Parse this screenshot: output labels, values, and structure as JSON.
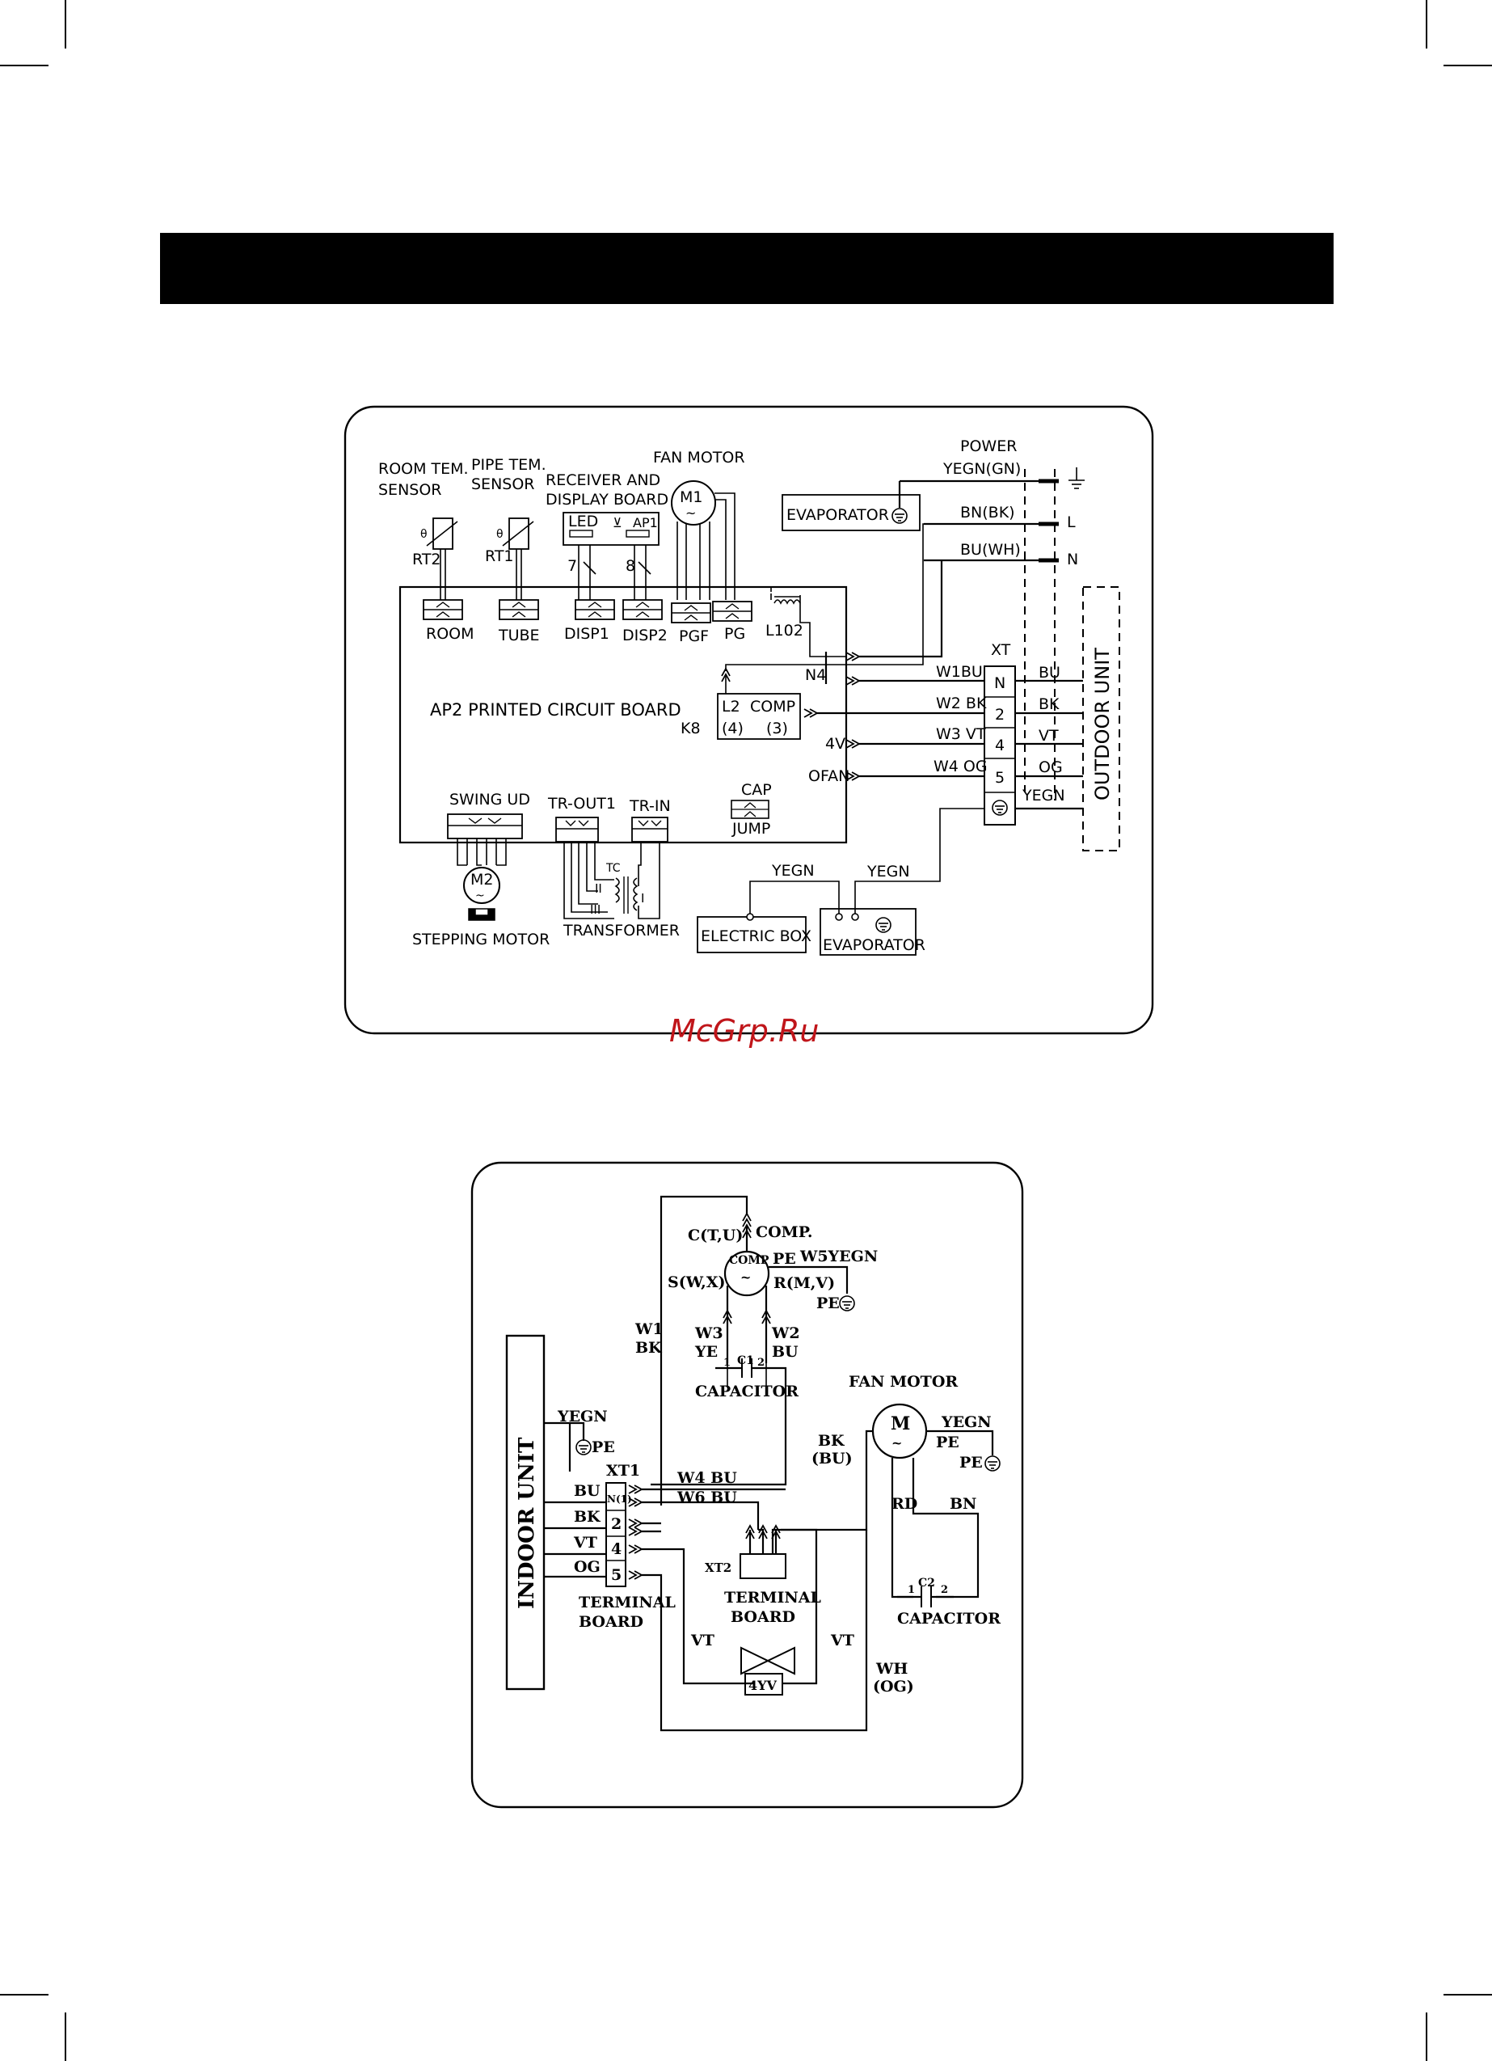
{
  "watermark": "McGrp.Ru",
  "indoor": {
    "room_sensor_1": "ROOM TEM.",
    "room_sensor_2": "SENSOR",
    "pipe_sensor_1": "PIPE TEM.",
    "pipe_sensor_2": "SENSOR",
    "receiver_1": "RECEIVER AND",
    "receiver_2": "DISPLAY BOARD",
    "fan_motor": "FAN MOTOR",
    "m1": "M1",
    "power": "POWER",
    "yegn_gn": "YEGN(GN)",
    "bn_bk": "BN(BK)",
    "bu_wh": "BU(WH)",
    "term_l": "L",
    "term_n": "N",
    "evaporator": "EVAPORATOR",
    "led": "LED",
    "ap1": "AP1",
    "rt2": "RT2",
    "rt1": "RT1",
    "seven": "7",
    "eight": "8",
    "room": "ROOM",
    "tube": "TUBE",
    "disp1": "DISP1",
    "disp2": "DISP2",
    "pgf": "PGF",
    "pg": "PG",
    "l102": "L102",
    "pcb": "AP2 PRINTED CIRCUIT BOARD",
    "n4": "N4",
    "l2": "L2",
    "comp": "COMP",
    "p4": "(4)",
    "p3": "(3)",
    "k8": "K8",
    "v4": "4V",
    "ofan": "OFAN",
    "xt": "XT",
    "w1bu": "W1BU",
    "w2bk": "W2 BK",
    "w3vt": "W3 VT",
    "w4og": "W4 OG",
    "xt_n": "N",
    "xt_2": "2",
    "xt_4": "4",
    "xt_5": "5",
    "bu": "BU",
    "bk": "BK",
    "vt": "VT",
    "og": "OG",
    "yegn": "YEGN",
    "outdoor_unit": "OUTDOOR UNIT",
    "swing_ud": "SWING UD",
    "tr_out1": "TR-OUT1",
    "tr_in": "TR-IN",
    "cap": "CAP",
    "jump": "JUMP",
    "m2": "M2",
    "stepping_motor": "STEPPING MOTOR",
    "tc": "TC",
    "ii": "II",
    "iii": "III",
    "i": "I",
    "transformer": "TRANSFORMER",
    "yegn_eb": "YEGN",
    "yegn_ev": "YEGN",
    "electric_box": "ELECTRIC BOX",
    "evaporator2": "EVAPORATOR"
  },
  "outdoor": {
    "ctu": "C(T,U)",
    "comp_label": "COMP.",
    "comp_inner": "COMP",
    "pe": "PE",
    "w5yegn": "W5YEGN",
    "swx": "S(W,X)",
    "rmv": "R(M,V)",
    "pe_gnd": "PE",
    "w1": "W1",
    "bk": "BK",
    "w3": "W3",
    "ye": "YE",
    "w2": "W2",
    "bu": "BU",
    "c1_1": "1",
    "c1": "C1",
    "c1_2": "2",
    "capacitor": "CAPACITOR",
    "fan_motor": "FAN MOTOR",
    "m": "M",
    "yegn_fan": "YEGN",
    "pe_fan": "PE",
    "pe_fan_gnd": "PE",
    "bk_bu_1": "BK",
    "bk_bu_2": "(BU)",
    "rd": "RD",
    "bn": "BN",
    "c2_1": "1",
    "c2": "C2",
    "c2_2": "2",
    "capacitor2": "CAPACITOR",
    "indoor_unit": "INDOOR UNIT",
    "yegn": "YEGN",
    "pe_indoor": "PE",
    "xt1": "XT1",
    "n_term": "N(1)",
    "t2": "2",
    "t4": "4",
    "t5": "5",
    "bu_l": "BU",
    "bk_l": "BK",
    "vt_l": "VT",
    "og_l": "OG",
    "w4bu": "W4 BU",
    "w6bu": "W6 BU",
    "terminal_1": "TERMINAL",
    "board_1": "BOARD",
    "xt2": "XT2",
    "terminal_2": "TERMINAL",
    "board_2": "BOARD",
    "vt_a": "VT",
    "vt_b": "VT",
    "yv": "4YV",
    "wh": "WH",
    "og_paren": "(OG)"
  }
}
